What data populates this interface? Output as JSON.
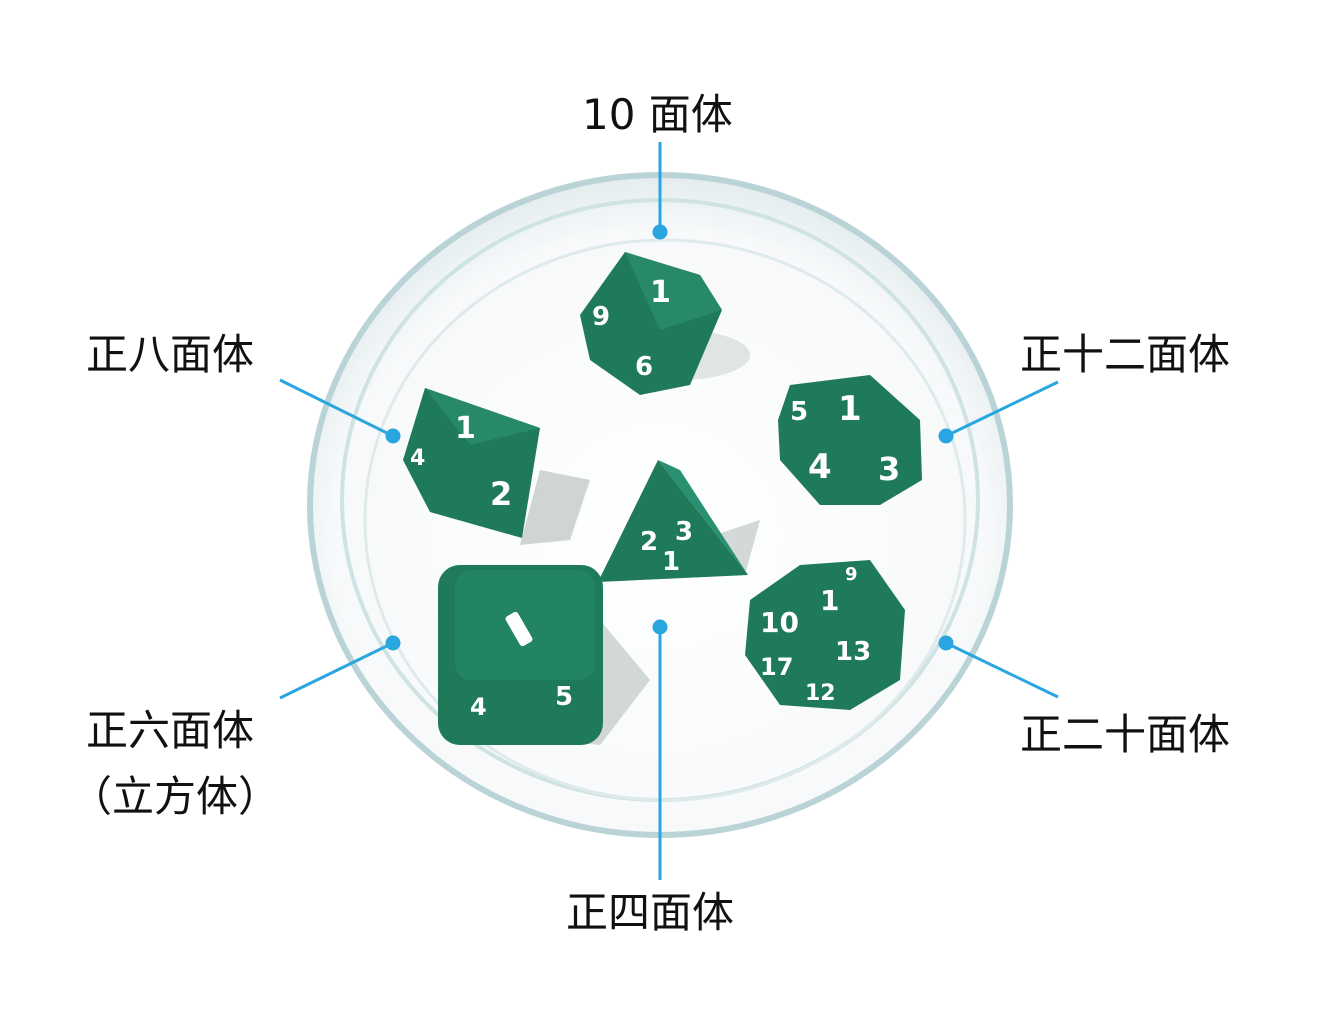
{
  "labels": {
    "d10": "10 面体",
    "octahedron": "正八面体",
    "dodecahedron": "正十二面体",
    "cube_line1": "正六面体",
    "cube_line2": "（立方体）",
    "icosahedron": "正二十面体",
    "tetrahedron": "正四面体"
  },
  "dice_numbers": {
    "d10": [
      "1",
      "9",
      "6"
    ],
    "d8": [
      "1",
      "4",
      "2"
    ],
    "d12": [
      "1",
      "5",
      "4",
      "3"
    ],
    "d4": [
      "2",
      "3",
      "1"
    ],
    "d6": [
      "1",
      "4",
      "5"
    ],
    "d20": [
      "10",
      "1",
      "13",
      "17",
      "12",
      "9"
    ]
  },
  "colors": {
    "leader_line": "#29a6df",
    "dice": "#1f7a5a",
    "text": "#111111"
  }
}
